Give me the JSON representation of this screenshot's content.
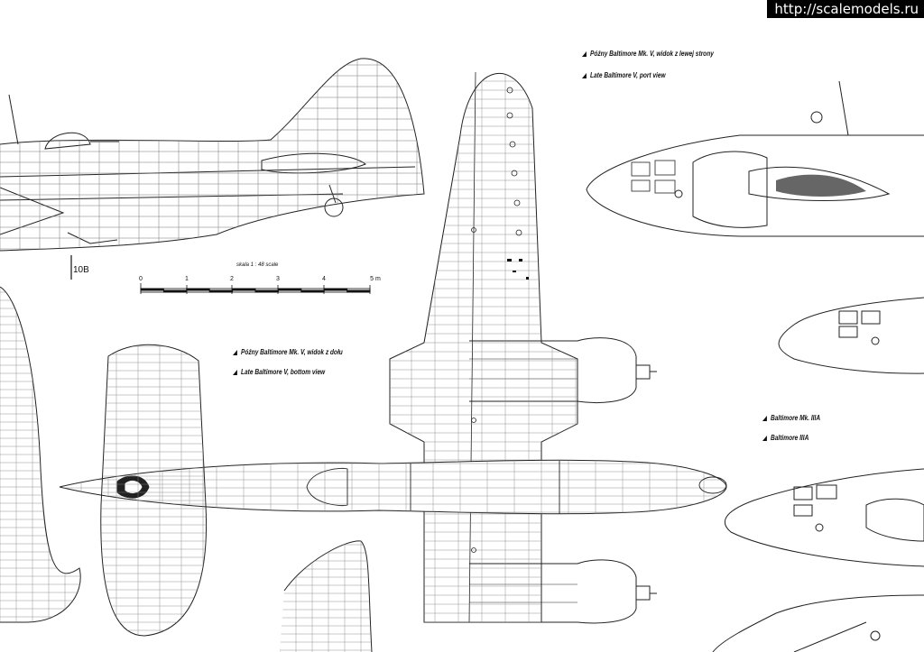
{
  "watermark": "http://scalemodels.ru",
  "captions": {
    "port_pl": "Późny Baltimore Mk. V, widok z lewej strony",
    "port_en": "Late Baltimore V, port view",
    "bottom_pl": "Późny Baltimore Mk. V, widok z dołu",
    "bottom_en": "Late Baltimore V, bottom view",
    "iiia_pl": "Baltimore Mk. IIIA",
    "iiia_en": "Baltimore IIIA"
  },
  "reference_mark": "10B",
  "scale_bar": {
    "title": "skala 1 : 48 scale",
    "ticks": [
      "0",
      "1",
      "2",
      "3",
      "4",
      "5 m"
    ]
  }
}
